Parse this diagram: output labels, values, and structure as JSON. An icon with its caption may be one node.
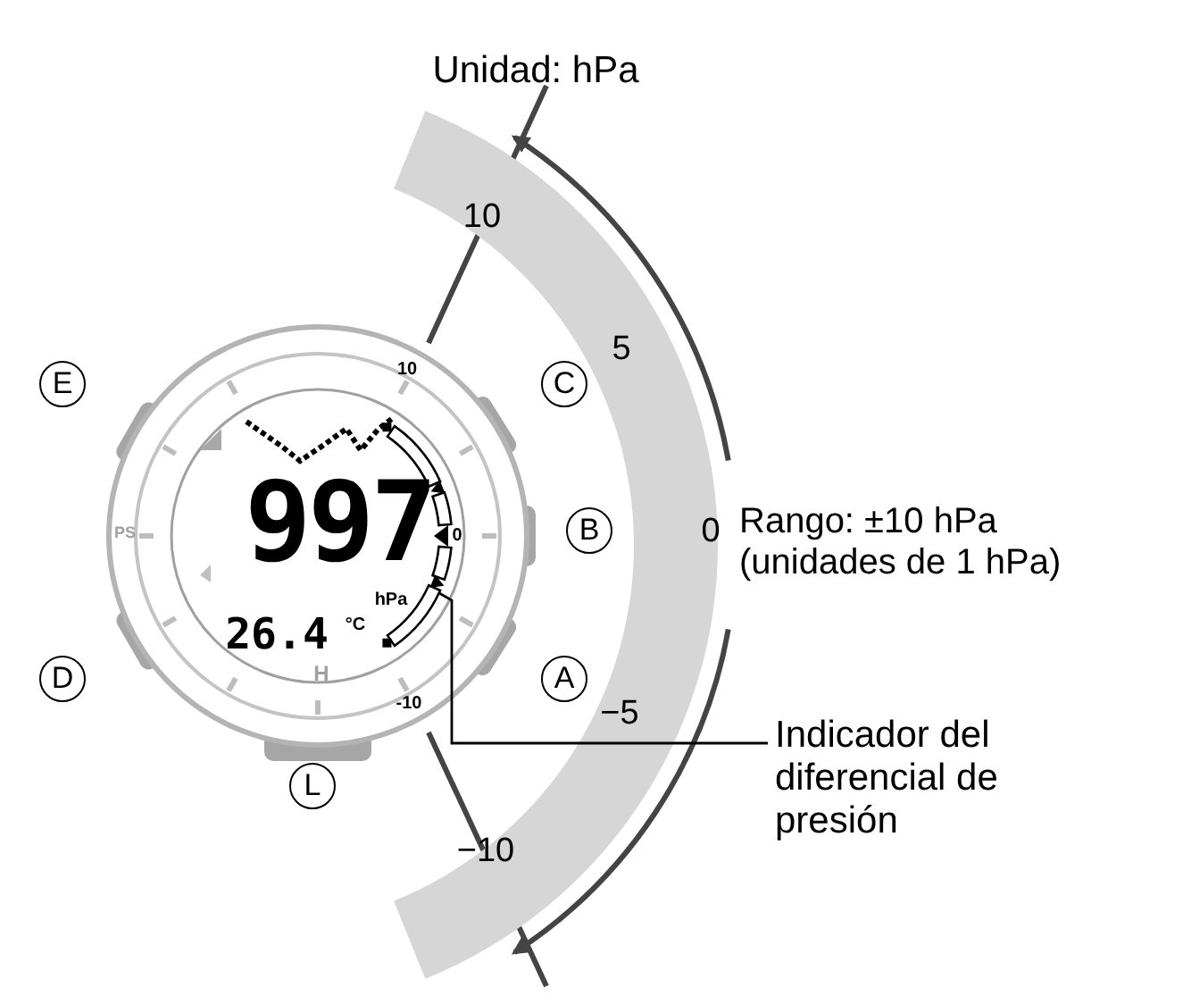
{
  "diagram": {
    "title": "Unidad: hPa",
    "nodes": [
      {
        "text": [
          "Indicador del diferencial de presión"
        ]
      },
      {
        "text": [],
        "shape": "bar",
        "beside": [
          "10",
          "0",
          "-10"
        ]
      }
    ],
    "edges": [
      {
        "from": 0,
        "to": 1,
        "arrow": "none"
      }
    ],
    "labels": [
      "10",
      "E",
      "C",
      "5",
      "997",
      "PS",
      "B",
      "0",
      "Rango: ±10 hPa (unidades de 1 hPa)",
      "hPa",
      "26.4",
      "°C",
      "H",
      "D",
      "A",
      "−5",
      "L",
      "−10"
    ]
  }
}
